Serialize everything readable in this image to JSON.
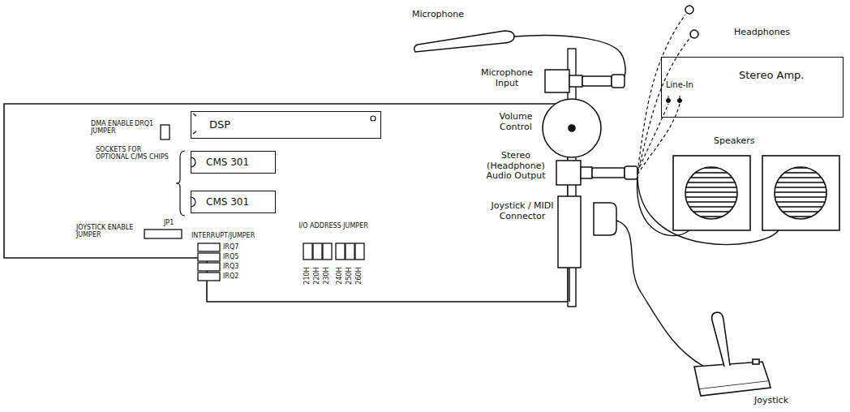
{
  "diagram": {
    "nodes": [
      {
        "text": [
          "DSP"
        ]
      },
      {
        "text": [
          "CMS 301"
        ]
      },
      {
        "text": [
          "CMS 301"
        ]
      },
      {
        "text": [
          "Stereo Amp.",
          "Line-In"
        ]
      }
    ],
    "labels": [
      "Microphone",
      "Headphones",
      "Microphone Input",
      "Volume Control",
      "Stereo (Headphone) Audio Output",
      "Joystick / MIDI Connector",
      "Speakers",
      "Joystick",
      "DMA ENABLE JUMPER",
      "DRQ1",
      "SOCKETS FOR OPTIONAL C/MS CHIPS",
      "JOYSTICK ENABLE JUMPER",
      "JP1",
      "INTERRUPT/JUMPER",
      "IRQ7",
      "IRQ5",
      "IRQ3",
      "IRQ2",
      "I/O ADDRESS JUMPER",
      "210H",
      "220H",
      "230H",
      "240H",
      "250H",
      "260H"
    ]
  }
}
